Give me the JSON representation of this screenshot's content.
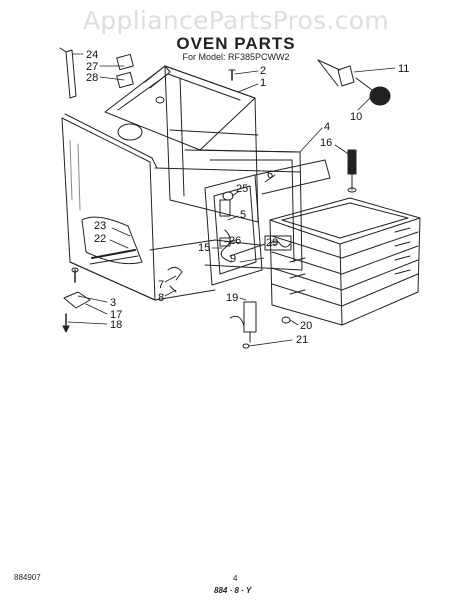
{
  "watermark": "AppliancePartsPros.com",
  "title": "OVEN PARTS",
  "subtitle": "For Model: RF385PCWW2",
  "labels": [
    "1",
    "2",
    "3",
    "4",
    "5",
    "6",
    "7",
    "8",
    "9",
    "10",
    "11",
    "15",
    "16",
    "17",
    "18",
    "19",
    "20",
    "21",
    "22",
    "23",
    "24",
    "25",
    "26",
    "27",
    "28",
    "29"
  ],
  "footer": {
    "left": "884907",
    "page": "4",
    "stamp": "884 · 8 · Y"
  },
  "colors": {
    "watermark": "#dedede",
    "line": "#222222"
  }
}
